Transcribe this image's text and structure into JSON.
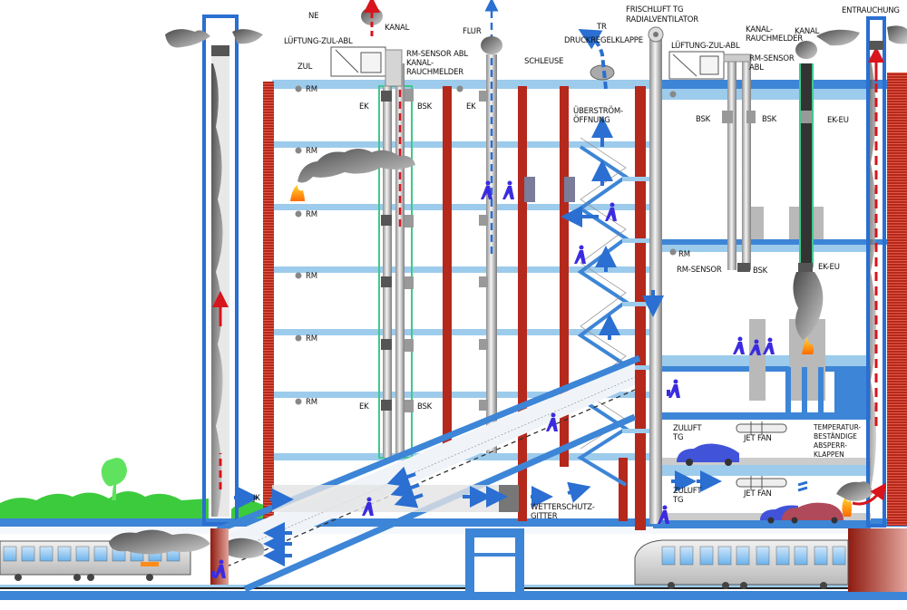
{
  "diagram": {
    "title": "Rauch- und Wärmeabzug / Lüftungsschema eines Gebäudes mit Tiefgarage und U-Bahn-Station",
    "colors": {
      "slab_light": "#9ccbec",
      "slab_dark": "#3d85d6",
      "brick_wall": "#b5281c",
      "smoke_arrow": "#d8141c",
      "air_arrow": "#2a6fd1",
      "person": "#3b2be0",
      "fire": "#f7a11a",
      "vegetation": "#34c234",
      "damper_shaft": "#3ec98a"
    },
    "labels": {
      "ne": "NE",
      "kanal_left": "KANAL",
      "lueftung_left": "LÜFTUNG-ZUL-ABL",
      "zul": "ZUL",
      "rm_sensor_abl_left": "RM-SENSOR ABL",
      "kanal_rauchmelder_left_1": "KANAL-",
      "kanal_rauchmelder_left_2": "RAUCHMELDER",
      "flur": "FLUR",
      "schleuse": "SCHLEUSE",
      "tr": "TR",
      "druckregelklappe": "DRUCKREGELKLAPPE",
      "ueberstroem_1": "ÜBERSTRÖM-",
      "ueberstroem_2": "ÖFFNUNG",
      "frischluft_1": "FRISCHLUFT TG",
      "frischluft_2": "RADIALVENTILATOR",
      "lueftung_right": "LÜFTUNG-ZUL-ABL",
      "kanal_rauchmelder_right_1": "KANAL-",
      "kanal_rauchmelder_right_2": "RAUCHMELDER",
      "kanal_right": "KANAL",
      "rm_sensor_right_1": "RM-SENSOR",
      "rm_sensor_right_2": "ABL",
      "entrauchung": "ENTRAUCHUNG",
      "rm": "RM",
      "ek": "EK",
      "bsk": "BSK",
      "ek_eu": "EK-EU",
      "rm_sensor": "RM-SENSOR",
      "zuluft_1": "ZULUFT",
      "zuluft_2": "TG",
      "jet_fan": "JET FAN",
      "temp_1": "TEMPERATUR-",
      "temp_2": "BESTÄNDIGE",
      "temp_3": "ABSPERR-",
      "temp_4": "KLAPPEN",
      "jk": "JK",
      "wetterschutz_1": "WETTERSCHUTZ-",
      "wetterschutz_2": "GITTER"
    }
  }
}
